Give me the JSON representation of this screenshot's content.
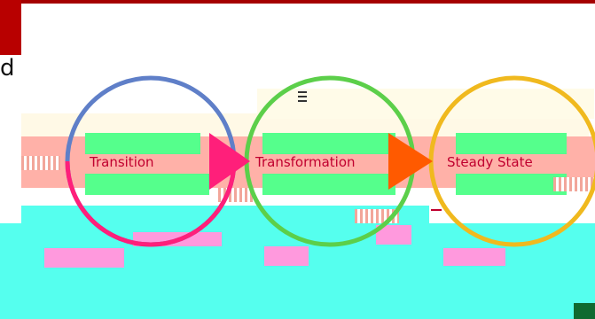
{
  "glyph": "d",
  "stages": [
    {
      "label": "Transition",
      "color": "#5f7fc8"
    },
    {
      "label": "Transformation",
      "color": "#5ccf4a"
    },
    {
      "label": "Steady State",
      "color": "#f0b91e"
    }
  ],
  "colors": {
    "arrow_1": "#ff1f7a",
    "arrow_2": "#ff5a00",
    "label_text": "#c0002f",
    "top_bar": "#a50000"
  }
}
